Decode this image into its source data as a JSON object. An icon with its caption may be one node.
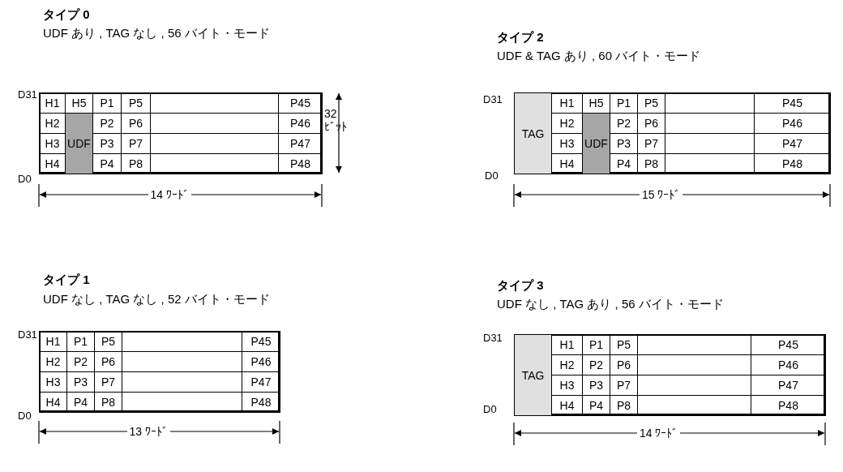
{
  "diagram": {
    "nodes": [
      {
        "text": [
          "H1",
          "H5",
          "P1",
          "P5",
          "P45",
          "H2",
          "P2",
          "P6",
          "P46",
          "H3",
          "P3",
          "P7",
          "P47",
          "H4",
          "P4",
          "P8",
          "P48"
        ]
      },
      {
        "text": [
          "UDF"
        ],
        "in": 0
      },
      {
        "text": [
          "H1",
          "H5",
          "P1",
          "P5",
          "P45",
          "H2",
          "P2",
          "P6",
          "P46",
          "H3",
          "P3",
          "P7",
          "P47",
          "H4",
          "P4",
          "P8",
          "P48"
        ]
      },
      {
        "text": [
          "TAG"
        ],
        "in": 2
      },
      {
        "text": [
          "UDF"
        ],
        "in": 2
      },
      {
        "text": [
          "H1",
          "P1",
          "P5",
          "P45",
          "H2",
          "P2",
          "P6",
          "P46",
          "H3",
          "P3",
          "P7",
          "P47",
          "H4",
          "P4",
          "P8",
          "P48"
        ]
      },
      {
        "text": [
          "H1",
          "P1",
          "P5",
          "P45",
          "H2",
          "P2",
          "P6",
          "P46",
          "H3",
          "P3",
          "P7",
          "P47",
          "H4",
          "P4",
          "P8",
          "P48"
        ]
      },
      {
        "text": [
          "TAG"
        ],
        "in": 6
      }
    ],
    "labels": [
      "タイプ 0",
      "UDF あり , TAG なし , 56 バイト・モード",
      "D31",
      "D0",
      "32 ﾋﾞｯﾄ",
      "14 ﾜｰﾄﾞ",
      "タイプ 2",
      "UDF & TAG あり , 60 バイト・モード",
      "D31",
      "D0",
      "15 ﾜｰﾄﾞ",
      "タイプ 1",
      "UDF なし , TAG なし , 52 バイト・モード",
      "D31",
      "D0",
      "13 ﾜｰﾄﾞ",
      "タイプ 3",
      "UDF なし , TAG あり , 56 バイト・モード",
      "D31",
      "D0",
      "14 ﾜｰﾄﾞ"
    ]
  }
}
